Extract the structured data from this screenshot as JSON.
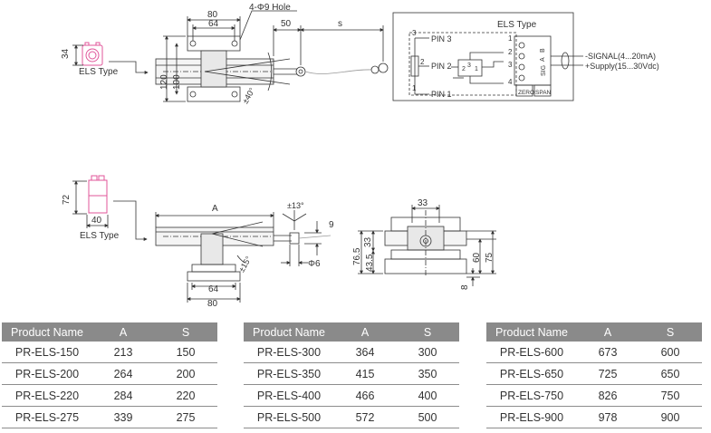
{
  "top_view": {
    "label_els_type": "ELS Type",
    "dim_34": "34",
    "dim_80": "80",
    "dim_64": "64",
    "hole_label": "4-Φ9 Hole",
    "dim_50": "50",
    "dim_s": "s",
    "dim_120": "120",
    "dim_100": "100",
    "angle_40": "±40°"
  },
  "wiring": {
    "title": "ELS Type",
    "pin3": "PIN 3",
    "pin2": "PIN 2",
    "pin1": "PIN 1",
    "n3": "3",
    "n2": "2",
    "n1": "1",
    "t1": "1",
    "t2": "2",
    "t3": "3",
    "t4": "4",
    "chip_2": "2",
    "chip_3": "3",
    "chip_1": "1",
    "term_b": "B",
    "term_a": "A",
    "term_sig": "SIG",
    "zero": "ZERO",
    "span": "SPAN",
    "signal": "-SIGNAL(4...20mA)",
    "supply": "+Supply(15...30Vdc)"
  },
  "side_view": {
    "label_els_type": "ELS Type",
    "dim_72": "72",
    "dim_40": "40",
    "dim_a": "A",
    "angle_13": "±13°",
    "dim_9": "9",
    "dim_phi6": "Φ6",
    "angle_15": "±15°",
    "dim_64": "64",
    "dim_80": "80"
  },
  "end_view": {
    "dim_33": "33",
    "dim_76_5": "76.5",
    "dim_33v": "33",
    "dim_43_5": "43.5",
    "dim_60": "60",
    "dim_75": "75",
    "dim_8": "8"
  },
  "tables": [
    {
      "headers": [
        "Product Name",
        "A",
        "S"
      ],
      "rows": [
        [
          "PR-ELS-150",
          "213",
          "150"
        ],
        [
          "PR-ELS-200",
          "264",
          "200"
        ],
        [
          "PR-ELS-220",
          "284",
          "220"
        ],
        [
          "PR-ELS-275",
          "339",
          "275"
        ]
      ]
    },
    {
      "headers": [
        "Product Name",
        "A",
        "S"
      ],
      "rows": [
        [
          "PR-ELS-300",
          "364",
          "300"
        ],
        [
          "PR-ELS-350",
          "415",
          "350"
        ],
        [
          "PR-ELS-400",
          "466",
          "400"
        ],
        [
          "PR-ELS-500",
          "572",
          "500"
        ]
      ]
    },
    {
      "headers": [
        "Product Name",
        "A",
        "S"
      ],
      "rows": [
        [
          "PR-ELS-600",
          "673",
          "600"
        ],
        [
          "PR-ELS-650",
          "725",
          "650"
        ],
        [
          "PR-ELS-750",
          "826",
          "750"
        ],
        [
          "PR-ELS-900",
          "978",
          "900"
        ]
      ]
    }
  ],
  "colors": {
    "accent_pink": "#e0559a",
    "line": "#333333",
    "header_gray": "#8a8a8a"
  }
}
